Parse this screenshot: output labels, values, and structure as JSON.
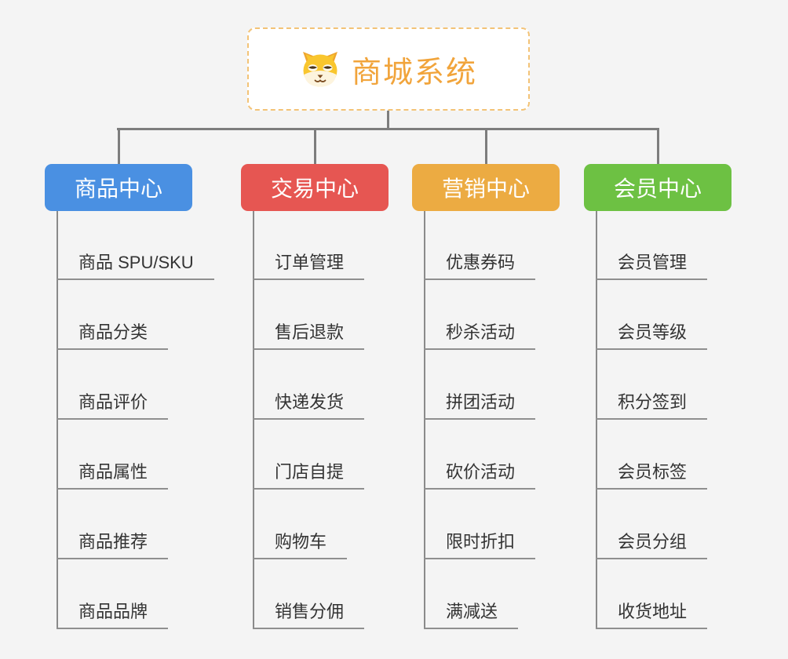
{
  "root": {
    "title": "商城系统",
    "icon": "dog-face-icon"
  },
  "branches": [
    {
      "label": "商品中心",
      "color": "#4a90e2",
      "items": [
        "商品 SPU/SKU",
        "商品分类",
        "商品评价",
        "商品属性",
        "商品推荐",
        "商品品牌"
      ]
    },
    {
      "label": "交易中心",
      "color": "#e65652",
      "items": [
        "订单管理",
        "售后退款",
        "快递发货",
        "门店自提",
        "购物车",
        "销售分佣"
      ]
    },
    {
      "label": "营销中心",
      "color": "#ecab42",
      "items": [
        "优惠券码",
        "秒杀活动",
        "拼团活动",
        "砍价活动",
        "限时折扣",
        "满减送"
      ]
    },
    {
      "label": "会员中心",
      "color": "#6dc143",
      "items": [
        "会员管理",
        "会员等级",
        "积分签到",
        "会员标签",
        "会员分组",
        "收货地址"
      ]
    }
  ],
  "colors": {
    "background": "#f4f4f4",
    "connector": "#7d7d7d",
    "underline": "#8f8f8f",
    "root_border": "#f3c377",
    "root_title": "#f1a43b",
    "item_text": "#333333"
  }
}
